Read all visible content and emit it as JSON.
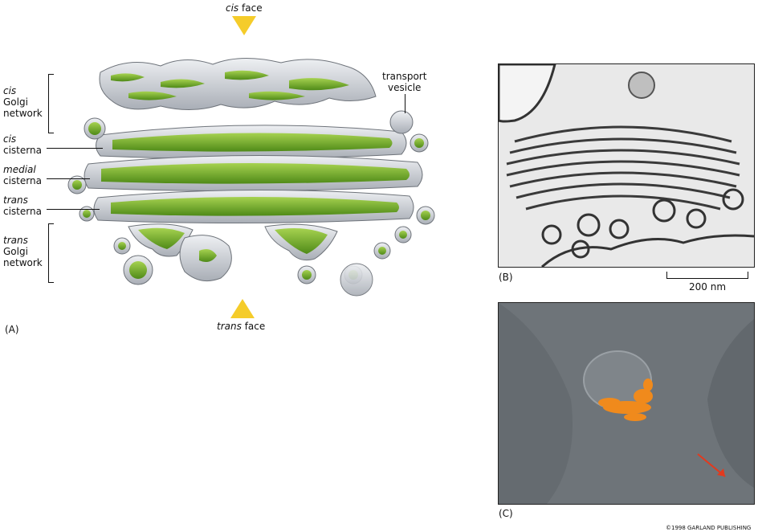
{
  "panel_a": {
    "letter": "(A)",
    "cis_face": {
      "prefix": "cis",
      "suffix": "face"
    },
    "trans_face": {
      "prefix": "trans",
      "suffix": "face"
    },
    "cis_golgi_network": {
      "line1": "cis",
      "line2": "Golgi",
      "line3": "network"
    },
    "cis_cisterna": {
      "line1": "cis",
      "line2": "cisterna"
    },
    "medial_cisterna": {
      "line1": "medial",
      "line2": "cisterna"
    },
    "trans_cisterna": {
      "line1": "trans",
      "line2": "cisterna"
    },
    "trans_golgi_network": {
      "line1": "trans",
      "line2": "Golgi",
      "line3": "network"
    },
    "transport_vesicle": {
      "line1": "transport",
      "line2": "vesicle"
    }
  },
  "panel_b": {
    "letter": "(B)",
    "scale_bar": "200 nm"
  },
  "panel_c": {
    "letter": "(C)"
  },
  "copyright": "©1998 GARLAND PUBLISHING",
  "colors": {
    "lumen": "#76b52a",
    "membrane": "#c9cdd3",
    "marker": "#f5cc2a",
    "golgi_stain": "#f08a1c",
    "arrow": "#e23a1e"
  }
}
